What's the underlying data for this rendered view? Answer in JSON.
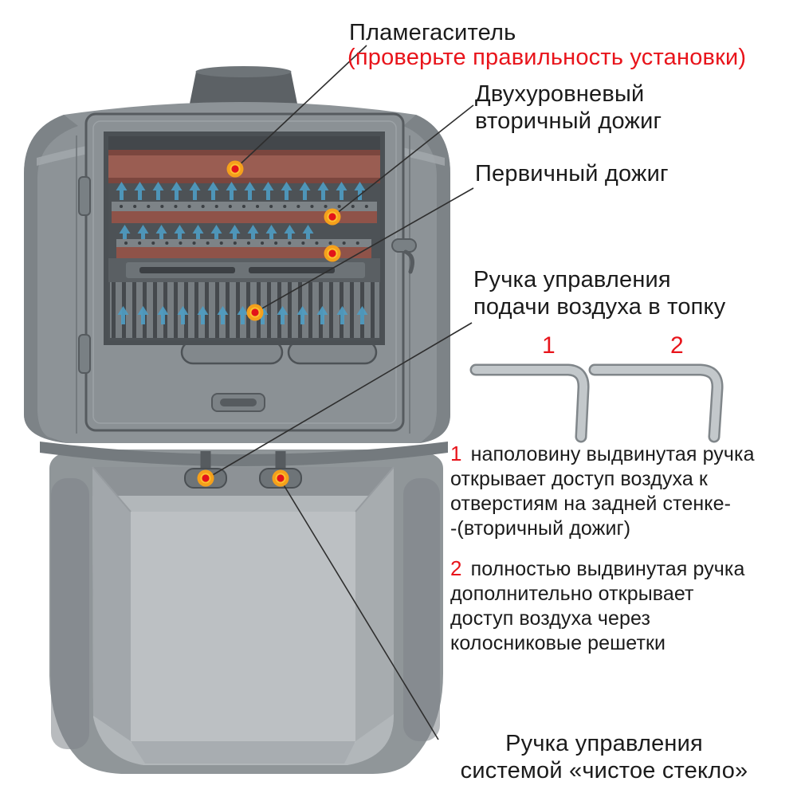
{
  "diagram": {
    "labels": {
      "flame_arrester_title": "Пламегаситель",
      "flame_arrester_note": "(проверьте правильность установки)",
      "secondary_burn": "Двухуровневый\nвторичный дожиг",
      "primary_burn": "Первичный дожиг",
      "air_handle": "Ручка управления\nподачи воздуха в топку",
      "clean_glass_handle": "Ручка управления\nсистемой «чистое стекло»"
    },
    "handle_positions": {
      "pos1": "1",
      "pos2": "2"
    },
    "instructions": [
      {
        "num": "1",
        "text": "наполовину выдвинутая ручка\nоткрывает доступ воздуха к\nотверстиям на задней стенке-\n-(вторичный дожиг)"
      },
      {
        "num": "2",
        "text": "полностью выдвинутая ручка\nдополнительно открывает\nдоступ воздуха через\nколосниковые решетки"
      }
    ],
    "markers": [
      "flame-arrester-point",
      "secondary-burn-upper-point",
      "secondary-burn-lower-point",
      "primary-burn-grate-point",
      "left-knob-point",
      "right-knob-point"
    ],
    "colors": {
      "accent_red": "#e8141b",
      "marker_outer": "#f5a01b",
      "marker_mid": "#fcc12e",
      "marker_core": "#e3131a",
      "airflow_blue": "#4f9dc3",
      "stove_gray": "#8d9397",
      "plate_brown": "#9a5d52",
      "leader_line": "#2e2e2e"
    }
  }
}
